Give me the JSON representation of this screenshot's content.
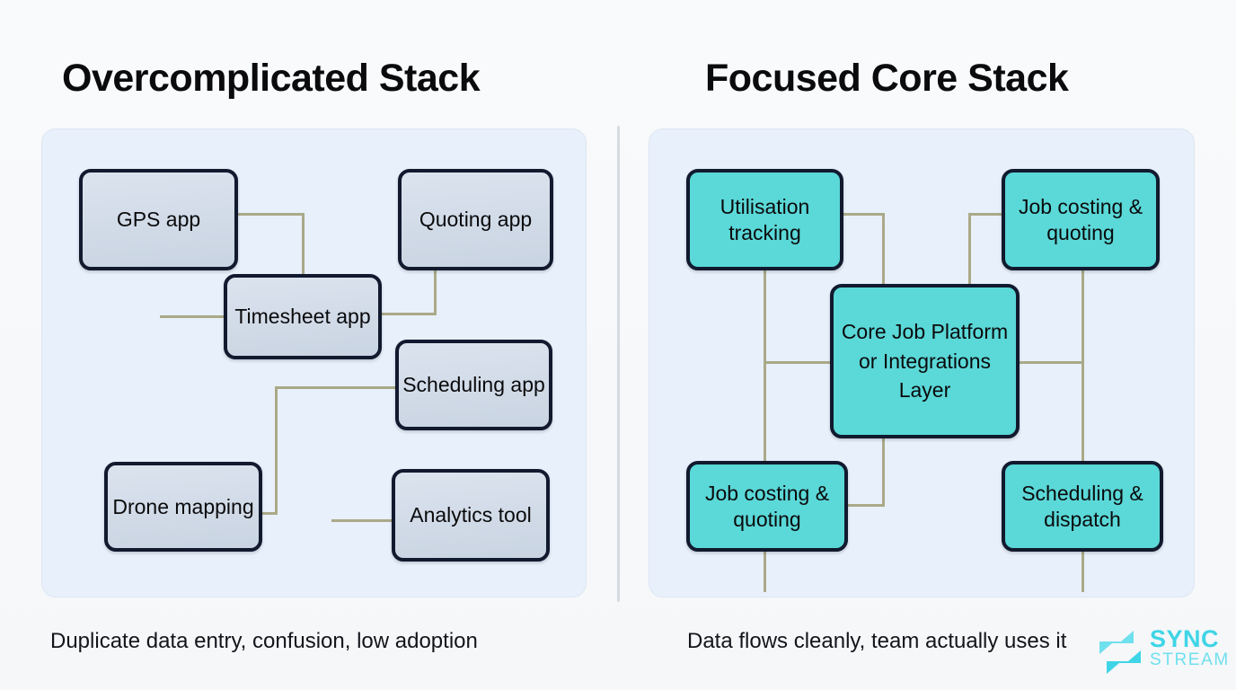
{
  "columns": {
    "left": {
      "title": "Overcomplicated Stack",
      "caption": "Duplicate data entry, confusion, low adoption",
      "nodes": [
        {
          "id": "gps-app",
          "label": "GPS app"
        },
        {
          "id": "quoting-app",
          "label": "Quoting app"
        },
        {
          "id": "timesheet-app",
          "label": "Timesheet app"
        },
        {
          "id": "scheduling-app",
          "label": "Scheduling app"
        },
        {
          "id": "drone-mapping",
          "label": "Drone mapping"
        },
        {
          "id": "analytics-tool",
          "label": "Analytics tool"
        }
      ]
    },
    "right": {
      "title": "Focused Core Stack",
      "caption": "Data flows cleanly, team actually uses it",
      "nodes": [
        {
          "id": "utilisation-tracking",
          "label": "Utilisation tracking"
        },
        {
          "id": "job-costing-quoting-top",
          "label": "Job costing & quoting"
        },
        {
          "id": "core-platform",
          "label": "Core Job Platform or Integrations Layer"
        },
        {
          "id": "job-costing-quoting-bottom",
          "label": "Job costing & quoting"
        },
        {
          "id": "scheduling-dispatch",
          "label": "Scheduling & dispatch"
        }
      ]
    }
  },
  "brand": {
    "name_primary": "SYNC",
    "name_secondary": "STREAM",
    "mark": "sync-stream-logo-icon"
  },
  "colors": {
    "page_background": "#f7f9fb",
    "panel_background": "#e8f0fb",
    "node_border": "#111a2e",
    "node_grey_fill": "#ced8e6",
    "node_teal_fill": "#5bd8d8",
    "connector": "#aaa988",
    "divider": "#d5dbe2",
    "brand_primary": "#3fd5e6",
    "brand_secondary": "#6fe0ee",
    "title_text": "#0b0b0e",
    "caption_text": "#13151a"
  }
}
